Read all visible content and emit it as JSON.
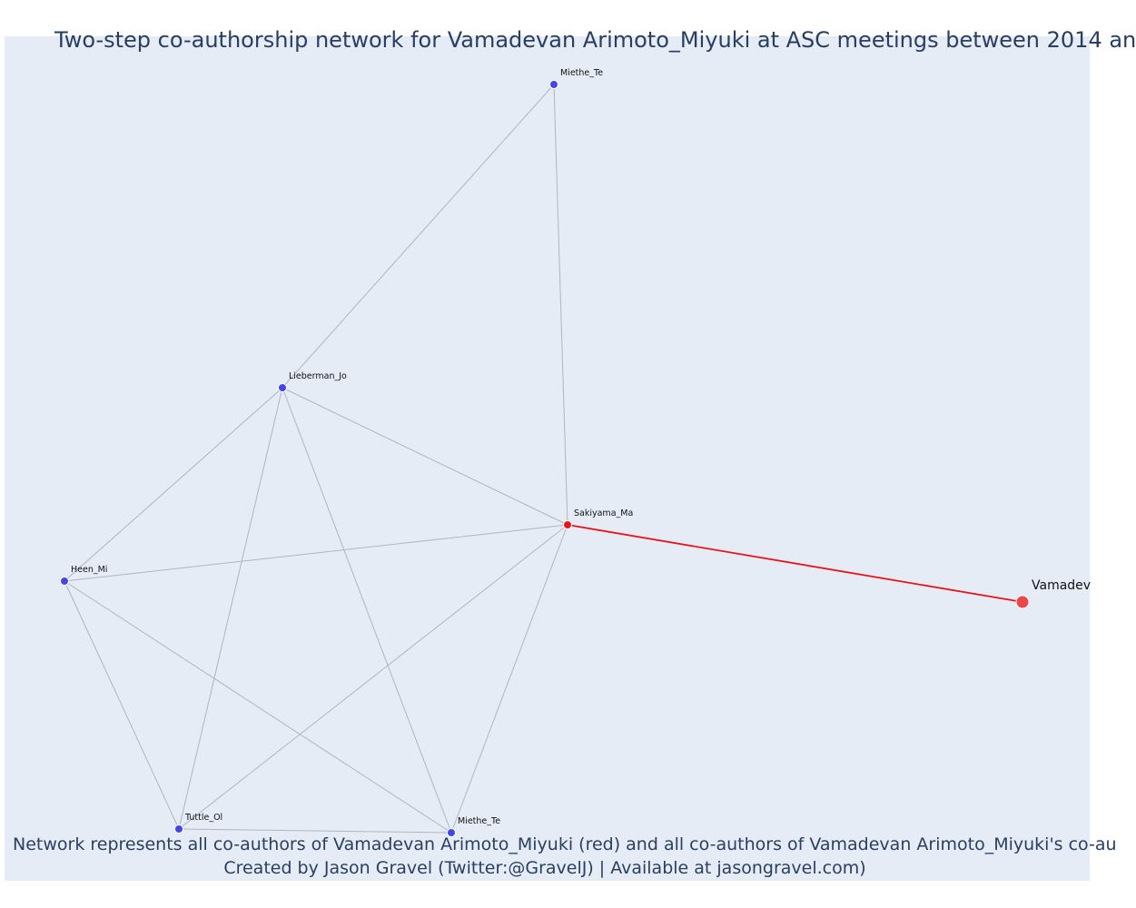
{
  "title": "Two-step co-authorship network for Vamadevan Arimoto_Miyuki at ASC meetings between 2014 an",
  "footer": {
    "line1": "Network represents all co-authors of Vamadevan Arimoto_Miyuki (red) and all co-authors of Vamadevan Arimoto_Miyuki's co-au",
    "line2": "Created by Jason Gravel (Twitter:@GravelJ) | Available at jasongravel.com)"
  },
  "colors": {
    "background": "#e5ecf6",
    "node_coauthor": "#4444ee",
    "node_first_step": "#e8141c",
    "node_focal": "#ef4448",
    "edge_default": "#b0b4c4",
    "edge_focal": "#e8141c",
    "text": "#2a3f5f"
  },
  "nodes": [
    {
      "id": "miethe_te_top",
      "label": "Miethe_Te",
      "role": "coauthor"
    },
    {
      "id": "lieberman_jo",
      "label": "Lieberman_Jo",
      "role": "coauthor"
    },
    {
      "id": "sakiyama_ma",
      "label": "Sakiyama_Ma",
      "role": "first_step"
    },
    {
      "id": "heen_mi",
      "label": "Heen_Mi",
      "role": "coauthor"
    },
    {
      "id": "tuttle_ol",
      "label": "Tuttle_Ol",
      "role": "coauthor"
    },
    {
      "id": "miethe_te_bottom",
      "label": "Miethe_Te",
      "role": "coauthor"
    },
    {
      "id": "vamadevan",
      "label": "Vamadev",
      "role": "focal"
    }
  ],
  "edges": [
    {
      "source": "miethe_te_top",
      "target": "lieberman_jo"
    },
    {
      "source": "miethe_te_top",
      "target": "sakiyama_ma"
    },
    {
      "source": "lieberman_jo",
      "target": "sakiyama_ma"
    },
    {
      "source": "lieberman_jo",
      "target": "heen_mi"
    },
    {
      "source": "lieberman_jo",
      "target": "tuttle_ol"
    },
    {
      "source": "lieberman_jo",
      "target": "miethe_te_bottom"
    },
    {
      "source": "sakiyama_ma",
      "target": "heen_mi"
    },
    {
      "source": "sakiyama_ma",
      "target": "tuttle_ol"
    },
    {
      "source": "sakiyama_ma",
      "target": "miethe_te_bottom"
    },
    {
      "source": "heen_mi",
      "target": "tuttle_ol"
    },
    {
      "source": "heen_mi",
      "target": "miethe_te_bottom"
    },
    {
      "source": "tuttle_ol",
      "target": "miethe_te_bottom"
    },
    {
      "source": "sakiyama_ma",
      "target": "vamadevan",
      "focal": true
    }
  ]
}
